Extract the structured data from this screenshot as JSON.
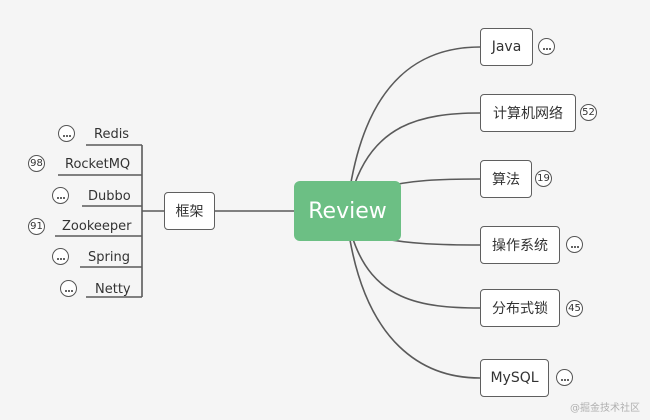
{
  "root": {
    "label": "Review",
    "color": "#6cbf84"
  },
  "branch_framework": {
    "label": "框架",
    "children": [
      {
        "label": "Redis",
        "badge_type": "dots",
        "badge": ""
      },
      {
        "label": "RocketMQ",
        "badge_type": "number",
        "badge": "98"
      },
      {
        "label": "Dubbo",
        "badge_type": "dots",
        "badge": ""
      },
      {
        "label": "Zookeeper",
        "badge_type": "number",
        "badge": "91"
      },
      {
        "label": "Spring",
        "badge_type": "dots",
        "badge": ""
      },
      {
        "label": "Netty",
        "badge_type": "dots",
        "badge": ""
      }
    ]
  },
  "right_nodes": [
    {
      "label": "Java",
      "badge_type": "dots",
      "badge": ""
    },
    {
      "label": "计算机网络",
      "badge_type": "number",
      "badge": "52"
    },
    {
      "label": "算法",
      "badge_type": "number",
      "badge": "19"
    },
    {
      "label": "操作系统",
      "badge_type": "dots",
      "badge": ""
    },
    {
      "label": "分布式锁",
      "badge_type": "number",
      "badge": "45"
    },
    {
      "label": "MySQL",
      "badge_type": "dots",
      "badge": ""
    }
  ],
  "watermark": "@掘金技术社区",
  "line_color": "#5a5a5a"
}
